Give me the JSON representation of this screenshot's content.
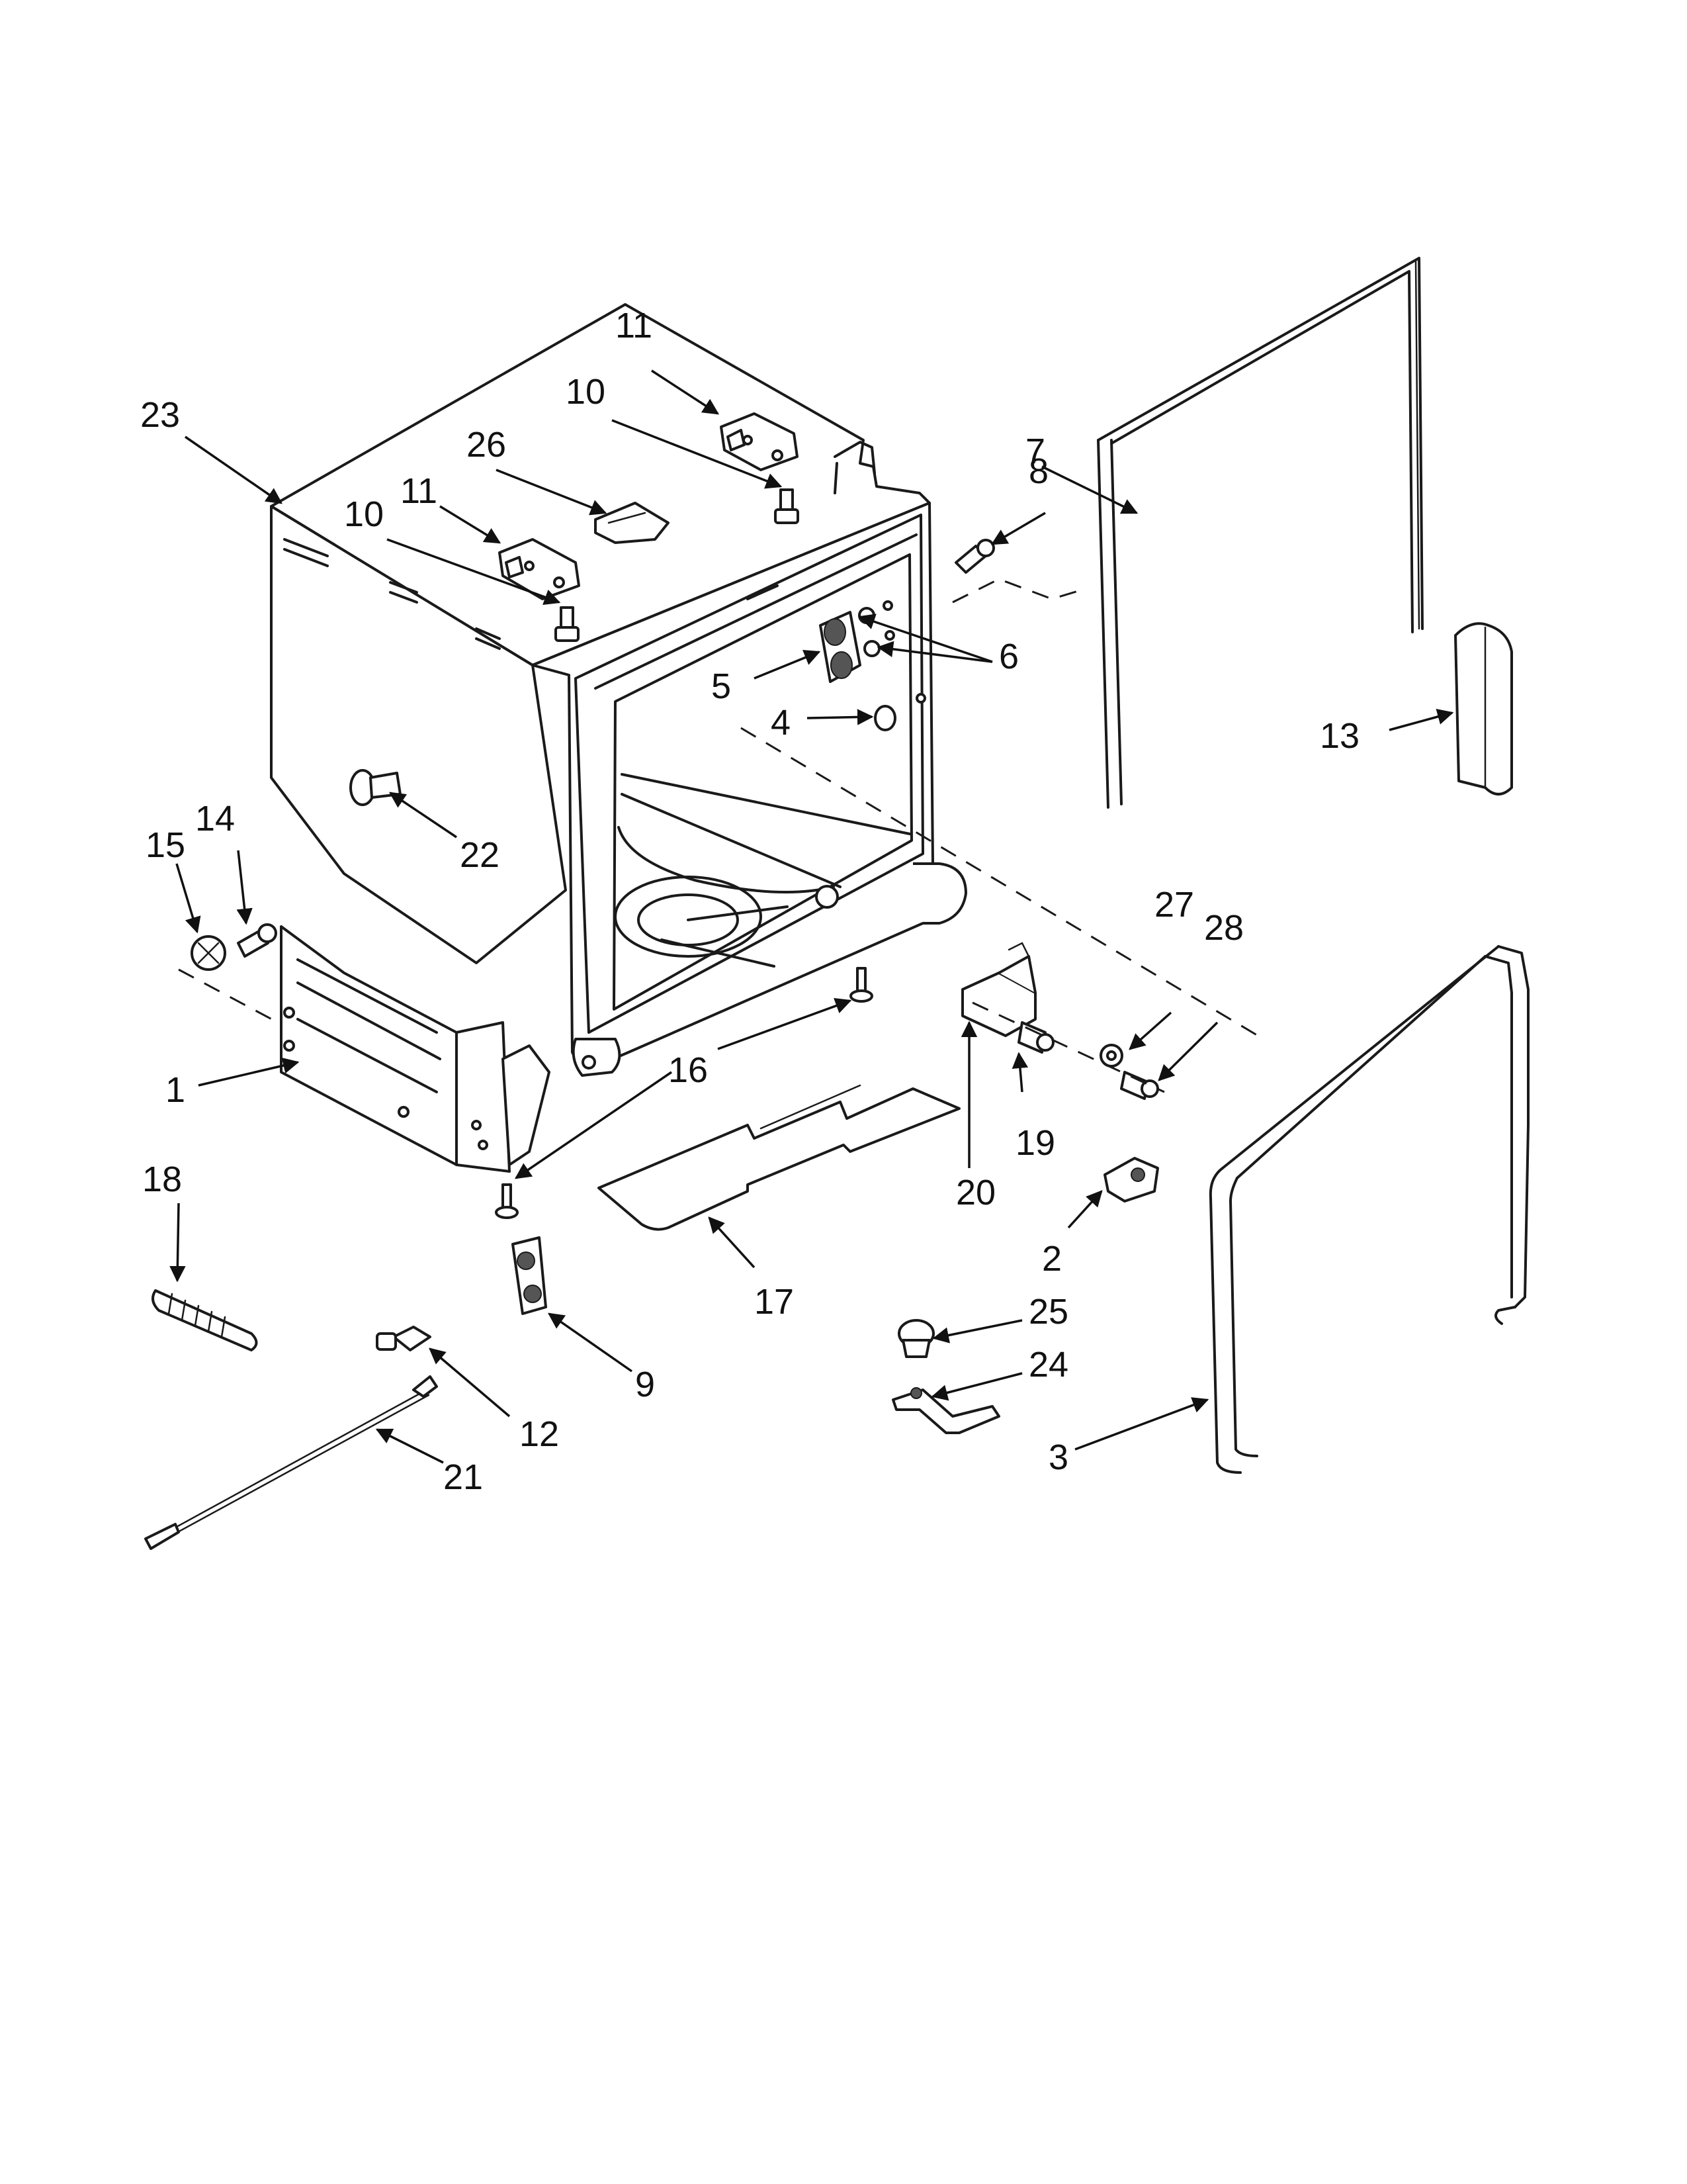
{
  "labels": {
    "l1": "1",
    "l2": "2",
    "l3": "3",
    "l4": "4",
    "l5": "5",
    "l6": "6",
    "l7": "7",
    "l8": "8",
    "l9": "9",
    "l10a": "10",
    "l10b": "10",
    "l11a": "11",
    "l11b": "11",
    "l12": "12",
    "l13": "13",
    "l14": "14",
    "l15": "15",
    "l16": "16",
    "l17": "17",
    "l18": "18",
    "l19": "19",
    "l20": "20",
    "l21": "21",
    "l22": "22",
    "l23": "23",
    "l24": "24",
    "l25": "25",
    "l26": "26",
    "l27": "27",
    "l28": "28"
  },
  "colors": {
    "ink": "#1a1a1a",
    "paper": "#ffffff"
  }
}
